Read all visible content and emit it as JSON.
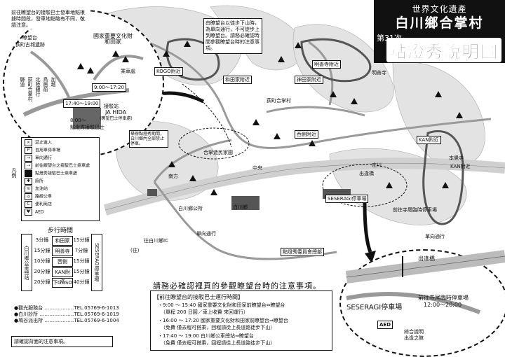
{
  "title": {
    "line1": "世界文化遺產",
    "line2": "白川鄉合掌村",
    "edition": "第31次",
    "line3": "點燈秀說明圖"
  },
  "notes": {
    "top_left": "前往瞭望台的接駁巴士發車地點根據時間段，發車地點略有不同，敬請注意。",
    "observatory_walk": "由瞭望台以徒步下山時，為單向通行，不可徒步上到瞭望台。請務必確認時間參觀瞭望台時的注意事項。"
  },
  "inset_left": {
    "observatory": "瞭望台",
    "castle_ruins": "荻町古城遺跡",
    "heritage_house": "國家重要文化財和田家",
    "bus_stop": "乘車處",
    "time_a": "9:00～17:20",
    "time_b": "17:40～19:00",
    "time_c": "8:00～",
    "shuttle_label": "點燈秀接駁巴士",
    "info_office": "接駁站",
    "ja_hida": "JA HIDA",
    "ja_hida_sub": "(瞭望巴士停車處)",
    "stops": [
      "縣道",
      "荻町合掌村",
      "北陸銀行",
      "鳥居前",
      "加越"
    ]
  },
  "map_labels": {
    "k1": "KOGO附近",
    "k2": "明善寺附近",
    "k3": "和田家附近",
    "k4": "神田家附近",
    "k5": "明善寺",
    "k6": "西側附近",
    "k7": "庄川",
    "k8": "KAN附近",
    "k9": "白川鄉",
    "k10": "出逢橋",
    "k11": "點燈秀委員會總部",
    "k12": "(往)",
    "k13": "單向通行",
    "k14": "SESERAGI停車場",
    "k15": "白川鄉公所",
    "k16": "往白川鄉IC",
    "k17": "合掌造民家園",
    "k18": "南方",
    "k19": "中央",
    "k20": "舉辦點燈秀期間，白川鄉內全部禁止停車。",
    "k21": "單向通行",
    "k22": "前往寺尾臨時停車場",
    "k23": "荻町合掌村",
    "k24": "本覺寺",
    "k25": "KAN附近"
  },
  "inset_right": {
    "bridge": "出逢橋",
    "temp_parking": "前往寺尾臨時停車場",
    "temp_parking_time": "12:00～20:00",
    "parking": "SESERAGI停車場",
    "aed": "AED",
    "info": "綜合說明",
    "info2": "出逢之館"
  },
  "legend": {
    "items": [
      {
        "sym": "×",
        "text": "禁止進入"
      },
      {
        "sym": "P",
        "text": "自用車停車場"
      },
      {
        "sym": "→",
        "text": "單向通行"
      },
      {
        "sym": "⇢",
        "text": "前往瞭望台之接駁巴士乘車處"
      },
      {
        "sym": "",
        "text": "點燈秀接駁巴士乘車處"
      },
      {
        "sym": "✱",
        "text": "廁所"
      },
      {
        "sym": "≋",
        "text": "加油站"
      },
      {
        "sym": "◎",
        "text": "路線公車"
      },
      {
        "sym": "C",
        "text": "便利商店"
      },
      {
        "sym": "♥",
        "text": "AED"
      }
    ],
    "side_label": "凡例"
  },
  "walking": {
    "title": "步行時間",
    "left": "白川鄉公車總站",
    "right": "SESERAGI停車場",
    "rows": [
      {
        "a": "3分鐘",
        "b": "和田家",
        "c": "15分鐘"
      },
      {
        "a": "15分鐘",
        "b": "明善寺",
        "c": "7分鐘"
      },
      {
        "a": "10分鐘",
        "b": "西側",
        "c": "15分鐘"
      },
      {
        "a": "20分鐘",
        "b": "KAN附近",
        "c": "15分鐘"
      },
      {
        "a": "20分鐘",
        "b": "下GOSO",
        "c": "40分鐘"
      }
    ]
  },
  "contacts": [
    "●觀光服務台 ………………TEL.05769-6-1013",
    "●白川診所 …………………TEL.05769-6-1019",
    "●鳩谷派出所 ………………TEL.05769-6-1004"
  ],
  "footnote": "請確認背面的注意事項。",
  "notice": {
    "headline": "請務必確認裡頁的參觀瞭望台時的注意事項。",
    "box_title": "【前往瞭望台的接駁巴士運行時間】",
    "lines": [
      "・9:00 ～ 15:40 國家重要文化財和田家前瞭望台⇔瞭望台",
      "（單程 200 日圓／車上收費 來回運行）",
      "・16:00 ～ 17:20 國家重要文化財和田家前瞭望台⇒瞭望台",
      "（免費 僅去程可搭乘，回程請從上長道路徒步下山）",
      "・17:40 ～ 19:00 白川鄉公車總站⇒瞭望台",
      "（免費 僅去程可搭乘，回程請從上長道路徒步下山）"
    ]
  },
  "colors": {
    "ink": "#111111",
    "road": "#c8c8c8",
    "river": "#d9d9d9",
    "paper": "#ffffff"
  }
}
